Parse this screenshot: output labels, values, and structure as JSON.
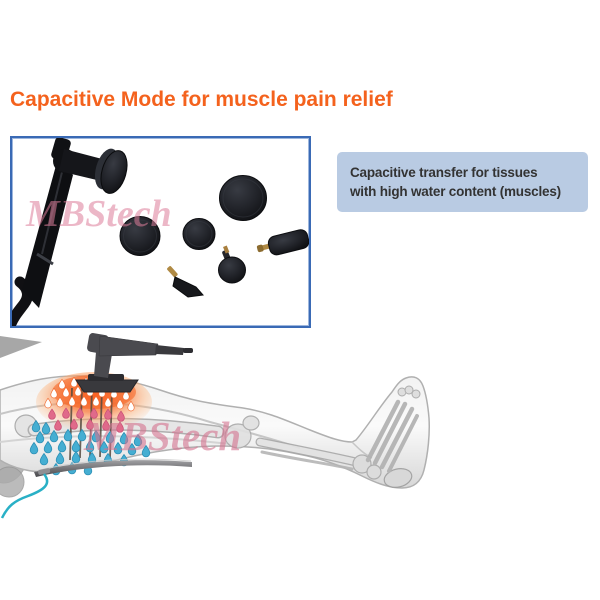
{
  "page": {
    "title": "Capacitive Mode for muscle pain relief"
  },
  "colors": {
    "title_orange": "#f4621d",
    "photo_box_border": "#3a6ab5",
    "info_box_background": "#b9cbe3",
    "info_box_text": "#333333",
    "watermark_pink": "#dd7e9b",
    "heat_glow_orange": "#f5601f",
    "droplet_blue": "#45aed2",
    "droplet_pink": "#e06a8a",
    "cable_teal": "#29b0c6"
  },
  "product_box": {
    "watermark": "MBStech"
  },
  "info_box": {
    "lines": [
      "Capacitive transfer for tissues",
      "with high water content (muscles)"
    ]
  },
  "leg_illustration": {
    "watermark": "MBStech"
  }
}
